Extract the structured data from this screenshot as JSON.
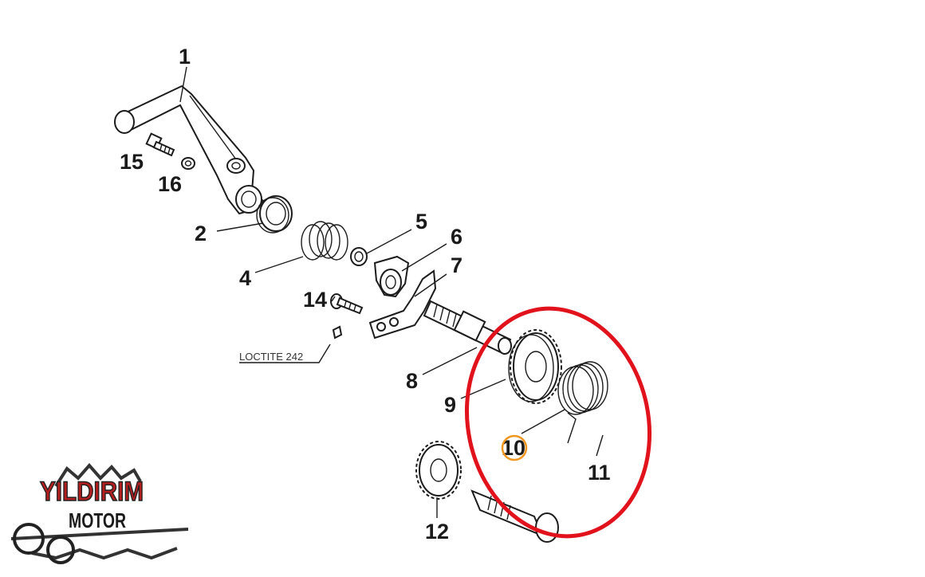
{
  "callouts": {
    "n1": "1",
    "n2": "2",
    "n4": "4",
    "n5": "5",
    "n6": "6",
    "n7": "7",
    "n8": "8",
    "n9": "9",
    "n10": "10",
    "n11": "11",
    "n12": "12",
    "n14": "14",
    "n15": "15",
    "n16": "16"
  },
  "note": "LOCTITE 242",
  "logo": {
    "line1": "YILDIRIM",
    "line2": "MOTOR"
  },
  "colors": {
    "highlight_ellipse": "#e1121b",
    "highlight_circle": "#f0961e",
    "logo_red": "#b51e1e",
    "line": "#1c1c1c"
  }
}
